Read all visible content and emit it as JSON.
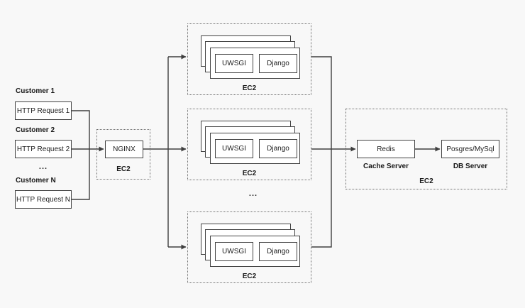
{
  "diagram": {
    "colors": {
      "background": "#f8f8f8",
      "box_fill": "#ffffff",
      "box_border": "#434343",
      "dotted_border": "#6e6e6e",
      "line": "#3f3f3f",
      "text": "#171717"
    },
    "customers": [
      {
        "label": "Customer 1",
        "request": "HTTP Request 1"
      },
      {
        "label": "Customer 2",
        "request": "HTTP Request 2"
      },
      {
        "label": "Customer N",
        "request": "HTTP Request N"
      }
    ],
    "customers_ellipsis": "...",
    "load_balancer": {
      "name": "NGINX",
      "host": "EC2"
    },
    "app_clusters": [
      {
        "processes": [
          "UWSGI",
          "Django"
        ],
        "host": "EC2"
      },
      {
        "processes": [
          "UWSGI",
          "Django"
        ],
        "host": "EC2"
      },
      {
        "processes": [
          "UWSGI",
          "Django"
        ],
        "host": "EC2"
      }
    ],
    "clusters_ellipsis": "...",
    "data_tier": {
      "host": "EC2",
      "cache": {
        "name": "Redis",
        "role": "Cache Server"
      },
      "db": {
        "name": "Posgres/MySql",
        "role": "DB Server"
      }
    }
  }
}
